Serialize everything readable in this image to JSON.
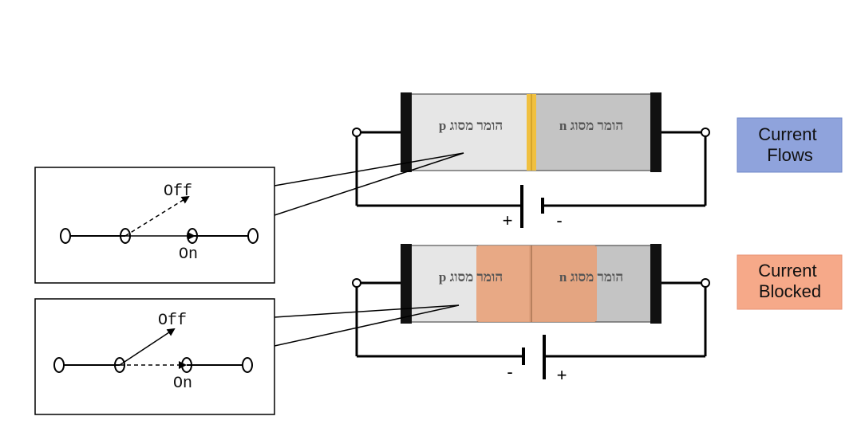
{
  "diagrams": {
    "forward": {
      "p_label": "הומר מסוג p",
      "n_label": "הומר מסוג n",
      "battery_left_sign": "+",
      "battery_right_sign": "-",
      "status_label": "Current Flows",
      "status_bg": "#8fa3dc",
      "status_border": "#6f87c9"
    },
    "reverse": {
      "p_label": "הומר מסוג p",
      "n_label": "הומר מסוג n",
      "battery_left_sign": "-",
      "battery_right_sign": "+",
      "status_label": "Current Blocked",
      "status_bg": "#f6a989",
      "status_border": "#e89274"
    }
  },
  "switches": {
    "forward": {
      "off_label": "Off",
      "on_label": "On"
    },
    "reverse": {
      "off_label": "Off",
      "on_label": "On"
    }
  },
  "colors": {
    "p_region": "#e6e6e6",
    "n_region": "#c4c4c4",
    "junction": "#f0c040",
    "depletion": "#e8a27a",
    "terminal": "#111111"
  }
}
